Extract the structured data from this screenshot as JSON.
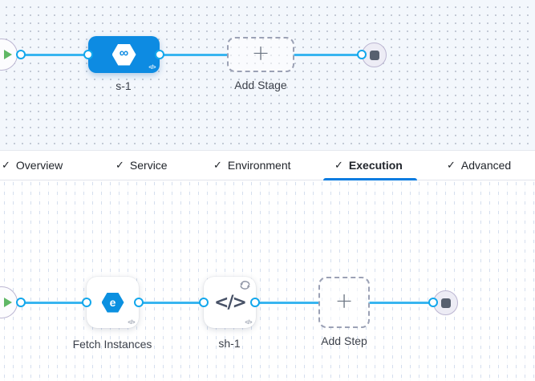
{
  "colors": {
    "accent_blue": "#0a7ce0",
    "stage_node_blue": "#0d8be2",
    "connector_cyan": "#38b5f0",
    "play_green": "#5fb765",
    "end_node_fill": "#edecf5"
  },
  "icons": {
    "check": "✓",
    "plus": "+",
    "infinity": "∞",
    "elastigroup_e": "e",
    "code": "</>"
  },
  "stage_pipeline": {
    "stage": {
      "name": "s-1"
    },
    "add_stage": {
      "label": "Add Stage"
    }
  },
  "tabs": {
    "items": [
      {
        "label": "Overview"
      },
      {
        "label": "Service"
      },
      {
        "label": "Environment"
      },
      {
        "label": "Execution",
        "active": true
      },
      {
        "label": "Advanced"
      }
    ]
  },
  "execution_pipeline": {
    "steps": [
      {
        "name": "Fetch Instances"
      },
      {
        "name": "sh-1"
      }
    ],
    "add_step": {
      "label": "Add Step"
    }
  }
}
